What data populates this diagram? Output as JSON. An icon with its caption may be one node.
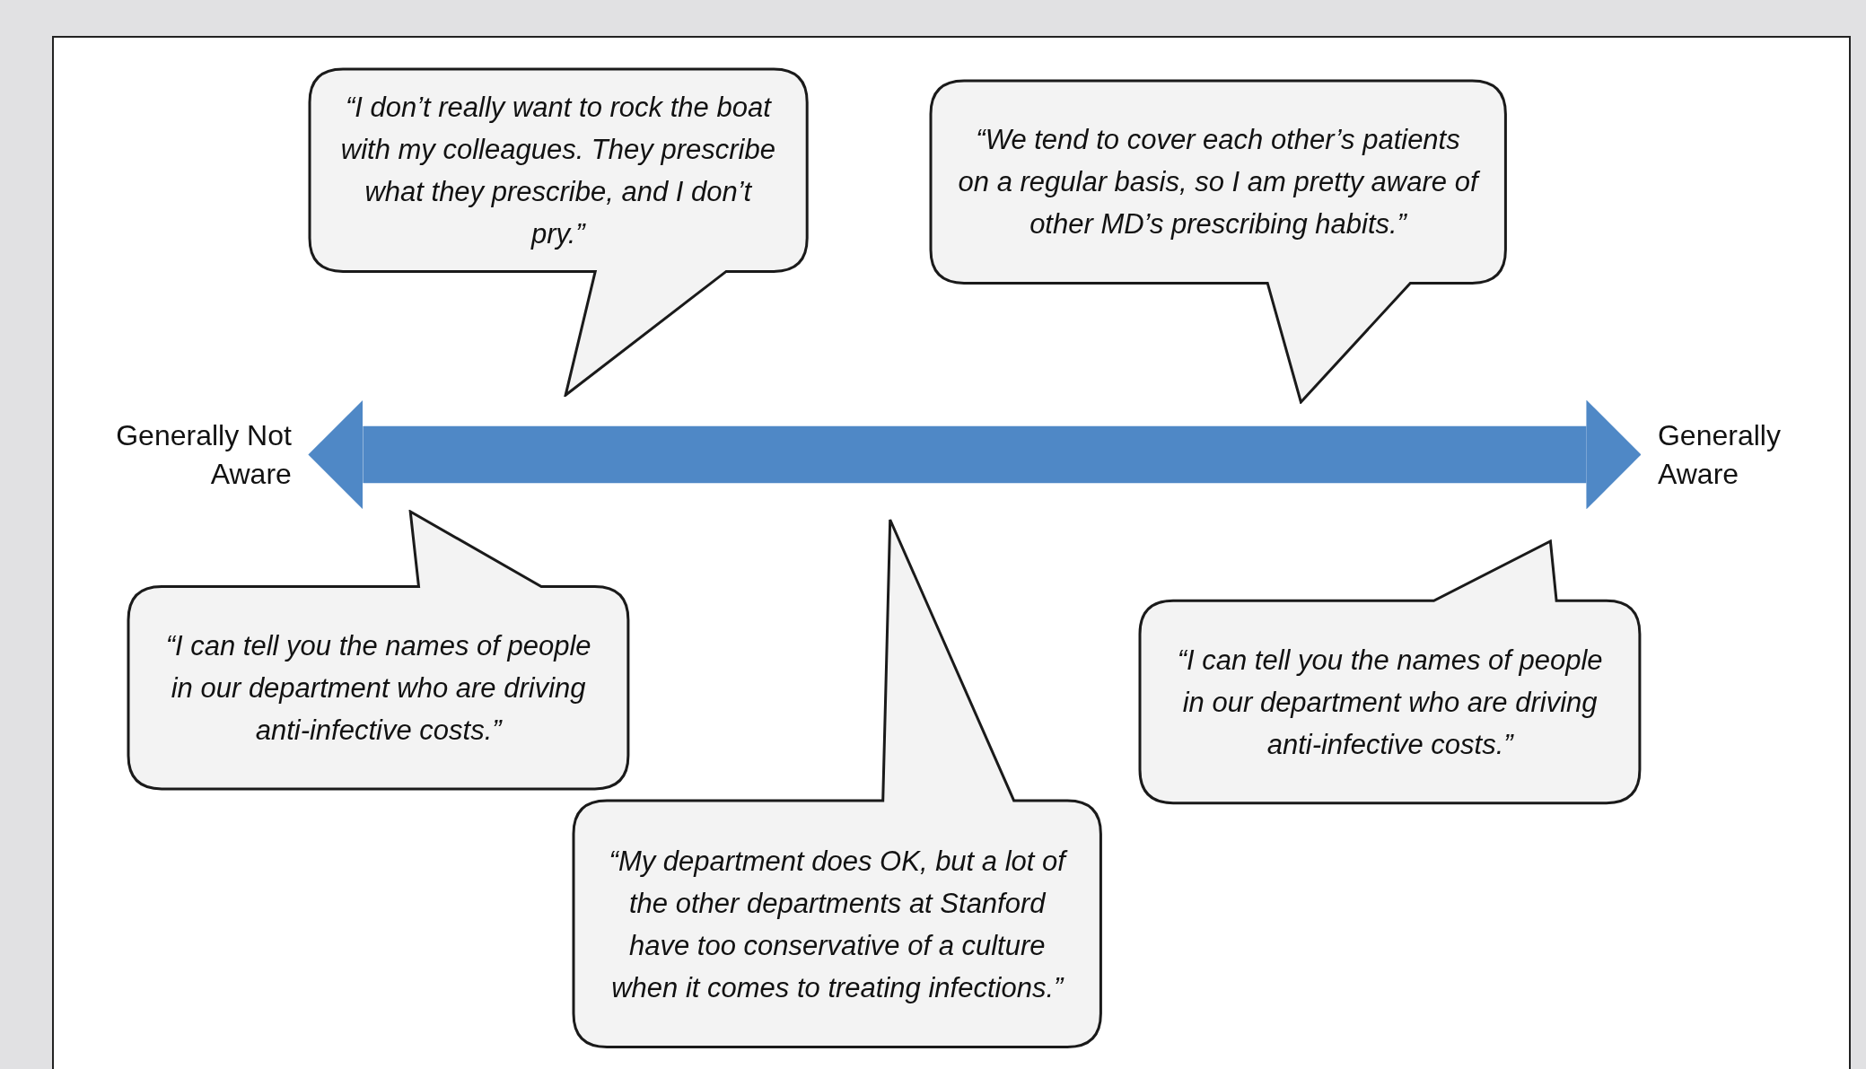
{
  "diagram": {
    "nodes": [
      {
        "text": [
          "“I don’t really want to rock the boat with my colleagues. They prescribe what they prescribe, and I don’t pry.”"
        ]
      },
      {
        "text": [
          "“We tend to cover each other’s patients on a regular basis, so I am pretty aware of other MD’s prescribing habits.”"
        ]
      },
      {
        "text": [
          "Generally Not Aware"
        ]
      },
      {
        "text": [
          "Generally Aware"
        ]
      },
      {
        "text": [
          "“I can tell you the names of people in our department who are driving anti-infective costs.”"
        ]
      },
      {
        "text": [
          "“I can tell you the names of people in our department who are driving anti-infective costs.”"
        ]
      },
      {
        "text": [
          "“My department does OK, but a lot of the other departments at Stanford have too conservative of a culture when it comes to treating infections.”"
        ]
      }
    ],
    "edges": [
      {
        "from": 2,
        "to": 3,
        "arrow": "both"
      }
    ]
  }
}
